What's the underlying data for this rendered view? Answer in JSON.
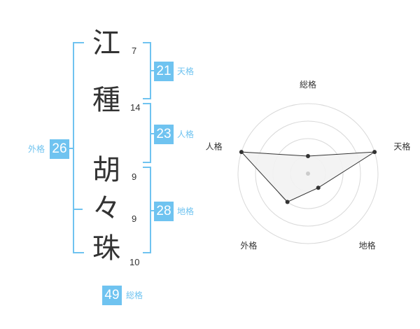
{
  "name_chars": [
    {
      "char": "江",
      "strokes": "7"
    },
    {
      "char": "種",
      "strokes": "14"
    },
    {
      "char": "胡",
      "strokes": "9"
    },
    {
      "char": "々",
      "strokes": "9"
    },
    {
      "char": "珠",
      "strokes": "10"
    }
  ],
  "kaku": {
    "tenkaku": {
      "value": "21",
      "label": "天格"
    },
    "jinkaku": {
      "value": "23",
      "label": "人格"
    },
    "chikaku": {
      "value": "28",
      "label": "地格"
    },
    "gaikaku": {
      "value": "26",
      "label": "外格"
    },
    "soukaku": {
      "value": "49",
      "label": "総格"
    }
  },
  "colors": {
    "accent": "#6fc3f0",
    "text": "#333333",
    "radar_fill": "#f2f2f2"
  },
  "chart_data": {
    "type": "radar",
    "axes": [
      "総格",
      "天格",
      "地格",
      "外格",
      "人格"
    ],
    "levels": 4,
    "values": [
      1,
      4,
      1,
      2,
      4
    ],
    "max": 4
  }
}
